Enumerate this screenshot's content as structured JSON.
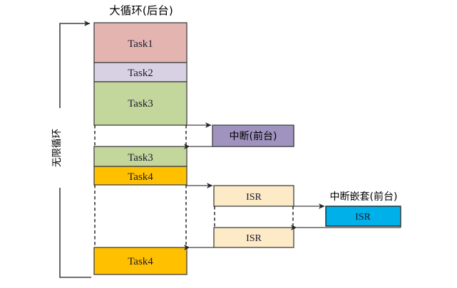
{
  "title_top": "大循环(后台)",
  "title_nested": "中断嵌套(前台)",
  "loop_label": "无限循环",
  "interrupt_label": "中断(前台)",
  "colors": {
    "task1": "#e4b5b0",
    "task2": "#d8d0e3",
    "task3": "#c3d69b",
    "task4": "#ffc000",
    "interrupt": "#a093c0",
    "isr": "#fdeac7",
    "isr_nested": "#00b0e8",
    "stroke": "#404040",
    "text": "#1a1a2e"
  },
  "background_column": {
    "blocks": [
      {
        "label": "Task1",
        "fill_key": "task1"
      },
      {
        "label": "Task2",
        "fill_key": "task2"
      },
      {
        "label": "Task3",
        "fill_key": "task3"
      },
      {
        "label": "Task3",
        "fill_key": "task3"
      },
      {
        "label": "Task4",
        "fill_key": "task4"
      },
      {
        "label": "Task4",
        "fill_key": "task4"
      }
    ]
  },
  "foreground": {
    "interrupt_box_label": "中断(前台)",
    "isr_boxes": [
      {
        "label": "ISR"
      },
      {
        "label": "ISR"
      }
    ],
    "nested_isr_label": "ISR"
  }
}
